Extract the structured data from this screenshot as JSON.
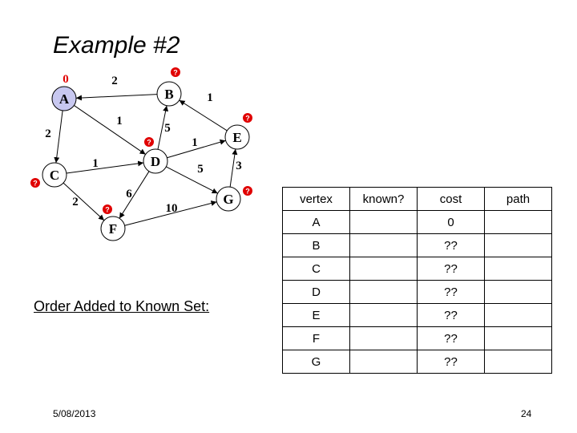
{
  "title": "Example #2",
  "graph": {
    "nodes": [
      {
        "id": "A",
        "label": "A",
        "highlighted": true,
        "dist": "0"
      },
      {
        "id": "B",
        "label": "B",
        "highlighted": false,
        "dist": "?"
      },
      {
        "id": "C",
        "label": "C",
        "highlighted": false,
        "dist": "?"
      },
      {
        "id": "D",
        "label": "D",
        "highlighted": false,
        "dist": "?"
      },
      {
        "id": "E",
        "label": "E",
        "highlighted": false,
        "dist": "?"
      },
      {
        "id": "F",
        "label": "F",
        "highlighted": false,
        "dist": "?"
      },
      {
        "id": "G",
        "label": "G",
        "highlighted": false,
        "dist": "?"
      }
    ],
    "edges": [
      {
        "from": "B",
        "to": "A",
        "weight": "2"
      },
      {
        "from": "A",
        "to": "C",
        "weight": "2"
      },
      {
        "from": "A",
        "to": "D",
        "weight": "1"
      },
      {
        "from": "E",
        "to": "B",
        "weight": "1"
      },
      {
        "from": "D",
        "to": "B",
        "weight": "5"
      },
      {
        "from": "D",
        "to": "E",
        "weight": "1"
      },
      {
        "from": "C",
        "to": "D",
        "weight": "1"
      },
      {
        "from": "D",
        "to": "G",
        "weight": "5"
      },
      {
        "from": "G",
        "to": "E",
        "weight": "3"
      },
      {
        "from": "C",
        "to": "F",
        "weight": "2"
      },
      {
        "from": "D",
        "to": "F",
        "weight": "6"
      },
      {
        "from": "F",
        "to": "G",
        "weight": "10"
      }
    ],
    "colors": {
      "highlight_fill": "#c8c8f0",
      "dist_marker": "#e00000"
    }
  },
  "order_label": "Order Added to Known Set:",
  "table": {
    "headers": [
      "vertex",
      "known?",
      "cost",
      "path"
    ],
    "rows": [
      [
        "A",
        "",
        "0",
        ""
      ],
      [
        "B",
        "",
        "??",
        ""
      ],
      [
        "C",
        "",
        "??",
        ""
      ],
      [
        "D",
        "",
        "??",
        ""
      ],
      [
        "E",
        "",
        "??",
        ""
      ],
      [
        "F",
        "",
        "??",
        ""
      ],
      [
        "G",
        "",
        "??",
        ""
      ]
    ]
  },
  "footer": {
    "date": "5/08/2013",
    "page": "24"
  }
}
